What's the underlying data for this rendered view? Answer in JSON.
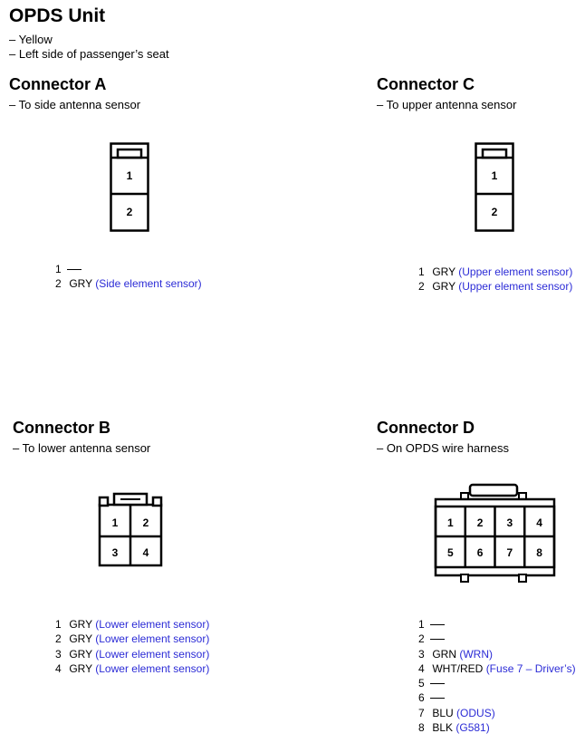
{
  "title": "OPDS Unit",
  "subtitle_lines": [
    "– Yellow",
    "– Left side of passenger’s seat"
  ],
  "colors": {
    "text": "#000000",
    "note": "#2b2bd6"
  },
  "connectors": [
    {
      "id": "A",
      "title": "Connector A",
      "description": "– To side antenna sensor",
      "cavity_labels": [
        "1",
        "2"
      ],
      "pins": [
        {
          "num": "1",
          "wire": "",
          "note": "",
          "empty": true
        },
        {
          "num": "2",
          "wire": "GRY",
          "note": "(Side element sensor)"
        }
      ]
    },
    {
      "id": "C",
      "title": "Connector C",
      "description": "– To upper antenna sensor",
      "cavity_labels": [
        "1",
        "2"
      ],
      "pins": [
        {
          "num": "1",
          "wire": "GRY",
          "note": "(Upper element sensor)"
        },
        {
          "num": "2",
          "wire": "GRY",
          "note": "(Upper element sensor)"
        }
      ]
    },
    {
      "id": "B",
      "title": "Connector B",
      "description": "– To lower antenna sensor",
      "cavity_labels": [
        "1",
        "2",
        "3",
        "4"
      ],
      "pins": [
        {
          "num": "1",
          "wire": "GRY",
          "note": "(Lower element sensor)"
        },
        {
          "num": "2",
          "wire": "GRY",
          "note": "(Lower element sensor)"
        },
        {
          "num": "3",
          "wire": "GRY",
          "note": "(Lower element sensor)"
        },
        {
          "num": "4",
          "wire": "GRY",
          "note": "(Lower element sensor)"
        }
      ]
    },
    {
      "id": "D",
      "title": "Connector D",
      "description": "– On OPDS wire harness",
      "cavity_labels": [
        "1",
        "2",
        "3",
        "4",
        "5",
        "6",
        "7",
        "8"
      ],
      "pins": [
        {
          "num": "1",
          "wire": "",
          "note": "",
          "empty": true
        },
        {
          "num": "2",
          "wire": "",
          "note": "",
          "empty": true
        },
        {
          "num": "3",
          "wire": "GRN",
          "note": "(WRN)"
        },
        {
          "num": "4",
          "wire": "WHT/RED",
          "note": "(Fuse 7 – Driver’s)"
        },
        {
          "num": "5",
          "wire": "",
          "note": "",
          "empty": true
        },
        {
          "num": "6",
          "wire": "",
          "note": "",
          "empty": true
        },
        {
          "num": "7",
          "wire": "BLU",
          "note": "(ODUS)"
        },
        {
          "num": "8",
          "wire": "BLK",
          "note": "(G581)"
        }
      ]
    }
  ]
}
